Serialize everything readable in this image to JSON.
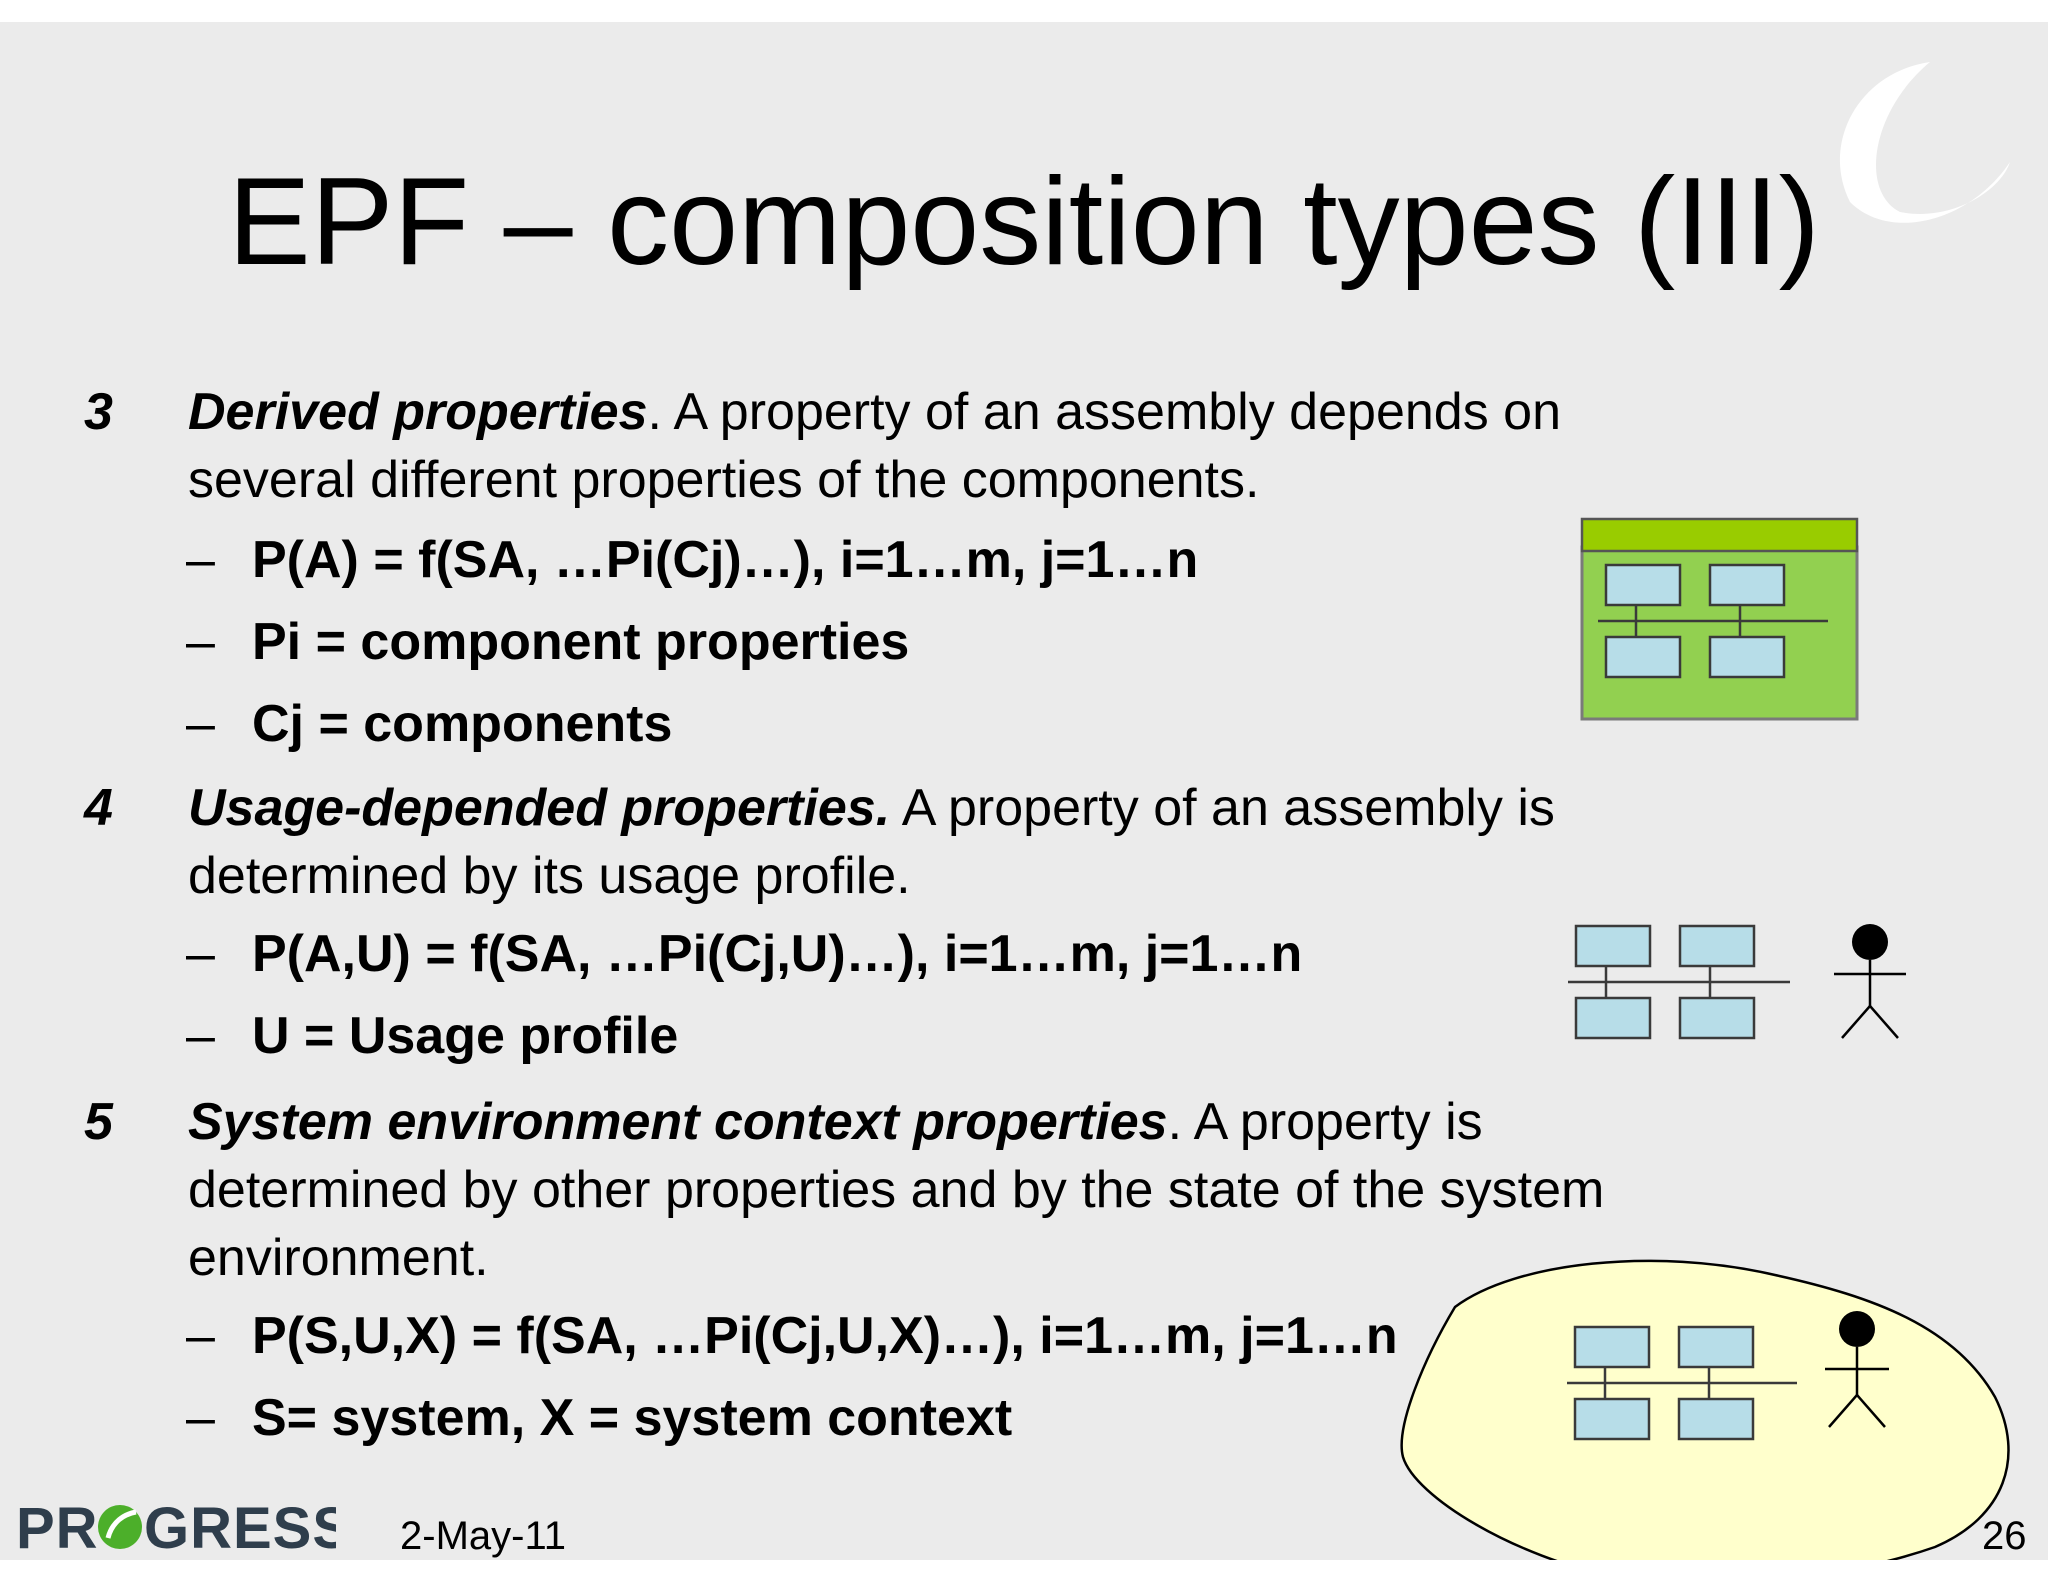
{
  "slide": {
    "title": "EPF – composition types (III)",
    "items": [
      {
        "number": "3",
        "term": "Derived properties",
        "term_suffix": ".",
        "line1_rest": " A property of an assembly depends on",
        "line2": "several different properties of the components.",
        "subs": [
          "P(A) = f(SA, …Pi(Cj)…), i=1…m, j=1…n",
          "Pi = component properties",
          "Cj = components"
        ]
      },
      {
        "number": "4",
        "term": "Usage-depended properties.",
        "term_suffix": "",
        "line1_rest": " A property of an assembly is",
        "line2": "determined by its usage profile.",
        "subs": [
          "P(A,U) = f(SA, …Pi(Cj,U)…), i=1…m, j=1…n",
          "U = Usage profile"
        ]
      },
      {
        "number": "5",
        "term": "System environment context properties",
        "term_suffix": ".",
        "line1_rest": " A property is",
        "line2": "determined by other properties and by the state of the system",
        "line3": "environment.",
        "subs": [
          "P(S,U,X) = f(SA, …Pi(Cj,U,X)…), i=1…m, j=1…n",
          "S= system, X = system context"
        ]
      }
    ],
    "dash": "–",
    "footer": {
      "logo": "PROGRESS",
      "date": "2-May-11",
      "page_number": "26"
    }
  },
  "colors": {
    "background": "#ebebeb",
    "assembly_header": "#99cc00",
    "assembly_body": "#92d050",
    "component_box": "#b7dde8",
    "environment_fill": "#ffffcc",
    "logo_text": "#2f3e4c",
    "logo_accent": "#4caf2a"
  }
}
